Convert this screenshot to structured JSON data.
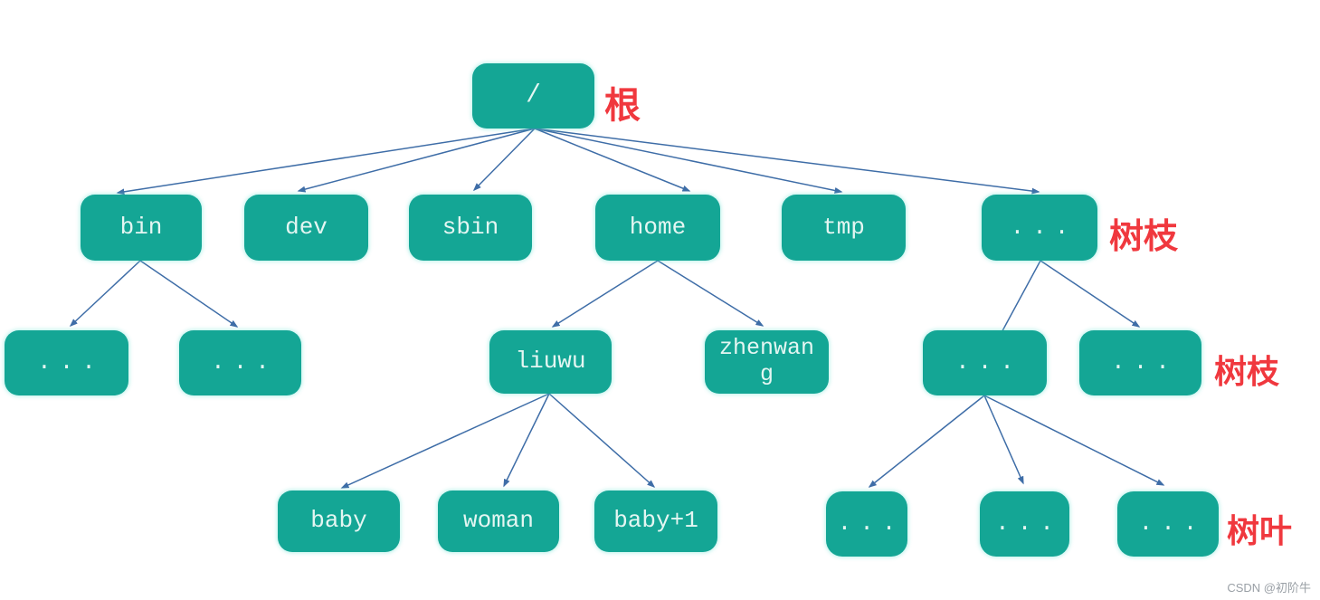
{
  "diagram": {
    "type": "tree",
    "description_labels": {
      "root": "根",
      "branch_level1": "树枝",
      "branch_level2": "树枝",
      "leaf": "树叶"
    },
    "nodes": {
      "root": "/",
      "bin": "bin",
      "dev": "dev",
      "sbin": "sbin",
      "home": "home",
      "tmp": "tmp",
      "more_top": "...",
      "more_bin_left": "...",
      "more_bin_right": "...",
      "liuwu": "liuwu",
      "zhenwang": "zhenwang",
      "more_mid_left": "...",
      "more_mid_right": "...",
      "baby": "baby",
      "woman": "woman",
      "baby1": "baby+1",
      "more_leaf_1": "...",
      "more_leaf_2": "...",
      "more_leaf_3": "..."
    },
    "edges": [
      [
        "root",
        "bin"
      ],
      [
        "root",
        "dev"
      ],
      [
        "root",
        "sbin"
      ],
      [
        "root",
        "home"
      ],
      [
        "root",
        "tmp"
      ],
      [
        "root",
        "more_top"
      ],
      [
        "bin",
        "more_bin_left"
      ],
      [
        "bin",
        "more_bin_right"
      ],
      [
        "home",
        "liuwu"
      ],
      [
        "home",
        "zhenwang"
      ],
      [
        "more_top",
        "more_mid_left"
      ],
      [
        "more_top",
        "more_mid_right"
      ],
      [
        "liuwu",
        "baby"
      ],
      [
        "liuwu",
        "woman"
      ],
      [
        "liuwu",
        "baby1"
      ],
      [
        "more_mid_left",
        "more_leaf_1"
      ],
      [
        "more_mid_left",
        "more_leaf_2"
      ],
      [
        "more_mid_left",
        "more_leaf_3"
      ]
    ],
    "colors": {
      "node_fill": "#14a695",
      "node_text": "#e4f6f2",
      "arrow": "#3e6da7",
      "annotation": "#f0383e",
      "watermark": "#9aa0a6",
      "background": "#ffffff"
    }
  },
  "watermark": "CSDN @初阶牛"
}
